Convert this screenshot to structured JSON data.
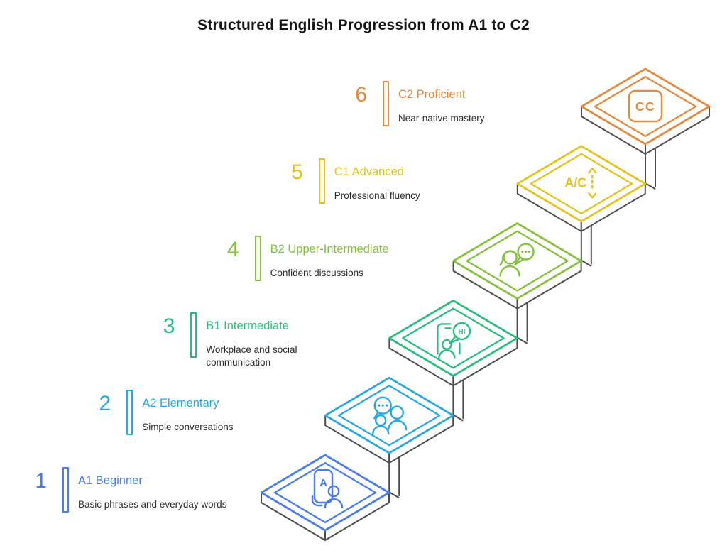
{
  "title": "Structured English Progression from A1 to C2",
  "structure_color": "#4d4d4d",
  "levels": [
    {
      "number": "1",
      "title": "A1 Beginner",
      "description": "Basic phrases and everyday words",
      "color": "#4a7de8",
      "icon": "vocabulary-card-icon",
      "icon_text": "A"
    },
    {
      "number": "2",
      "title": "A2 Elementary",
      "description": "Simple conversations",
      "color": "#29a8df",
      "icon": "conversation-icon",
      "icon_text": ""
    },
    {
      "number": "3",
      "title": "B1 Intermediate",
      "description": "Workplace and social communication",
      "color": "#2bbd7d",
      "icon": "greeting-icon",
      "icon_text": "HI"
    },
    {
      "number": "4",
      "title": "B2 Upper-Intermediate",
      "description": "Confident discussions",
      "color": "#86c13d",
      "icon": "discussion-icon",
      "icon_text": ""
    },
    {
      "number": "5",
      "title": "C1 Advanced",
      "description": "Professional fluency",
      "color": "#e4c31e",
      "icon": "text-size-icon",
      "icon_text": "A/C"
    },
    {
      "number": "6",
      "title": "C2 Proficient",
      "description": "Near-native mastery",
      "color": "#e38a3e",
      "icon": "captions-icon",
      "icon_text": "CC"
    }
  ]
}
